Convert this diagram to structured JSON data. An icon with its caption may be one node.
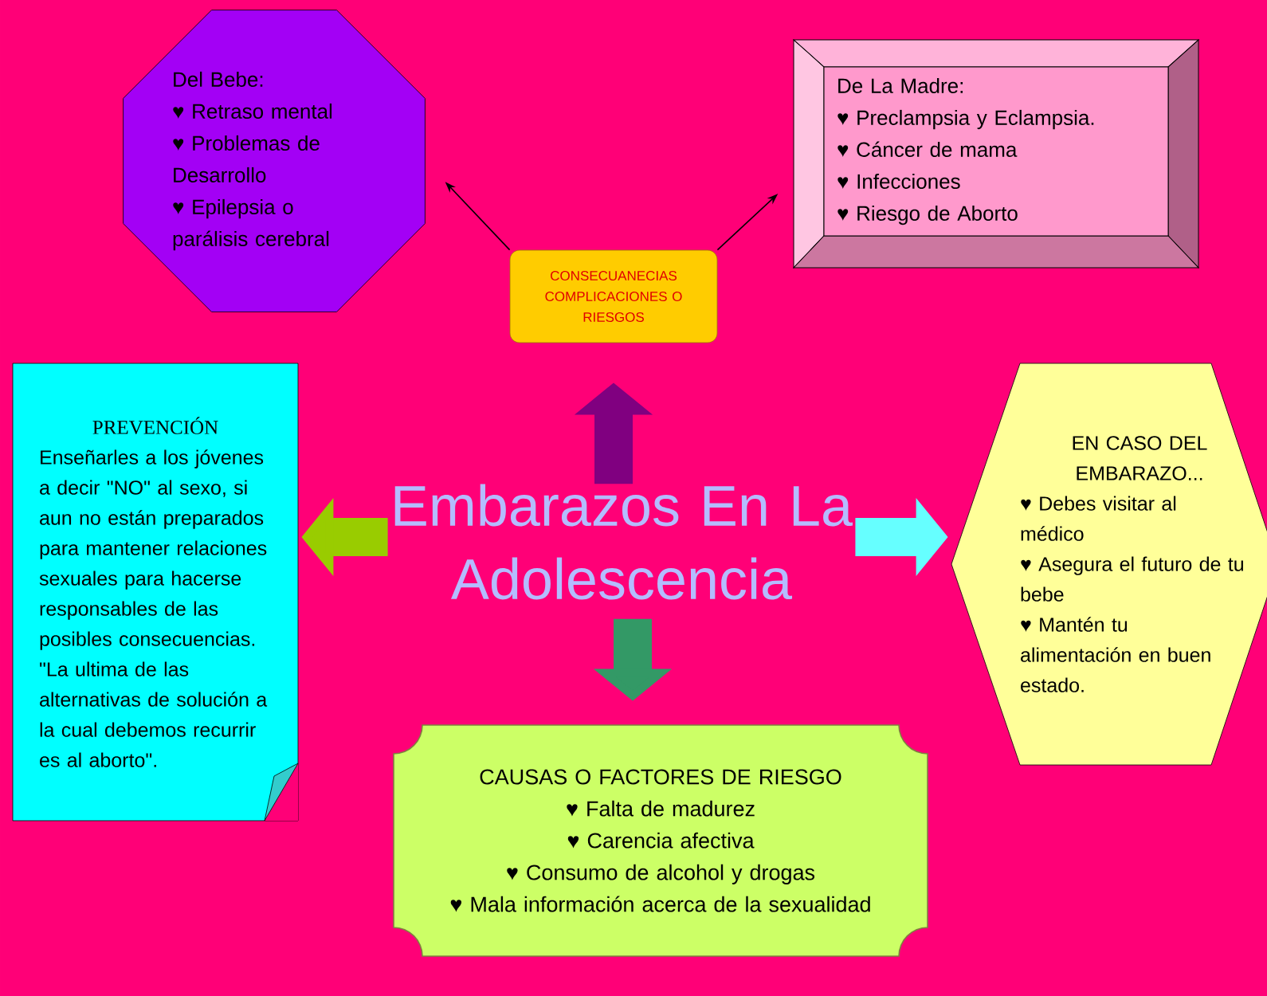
{
  "diagram": {
    "nodes": [
      {
        "text": [
          "Embarazos En La Adolescencia"
        ]
      },
      {
        "text": [
          "CONSECUANECIAS COMPLICACIONES O RIESGOS"
        ]
      },
      {
        "text": [
          "Del Bebe:",
          "♥ Retraso mental",
          "♥ Problemas de Desarrollo",
          "♥ Epilepsia o parálisis cerebral"
        ]
      },
      {
        "text": [
          "De La Madre:",
          "♥ Preclampsia y Eclampsia.",
          "♥ Cáncer de mama",
          "♥ Infecciones",
          "♥ Riesgo de Aborto"
        ]
      },
      {
        "text": [
          "PREVENCIÓN",
          "Enseñarles a los jóvenes a decir \"NO\" al sexo, si aun no están preparados para mantener relaciones sexuales para hacerse responsables de las posibles consecuencias.",
          "\"La ultima de las alternativas de solución a la cual debemos recurrir es al aborto\"."
        ]
      },
      {
        "text": [
          "EN CASO DEL EMBARAZO...",
          "♥ Debes visitar al médico",
          "♥ Asegura el futuro de tu bebe",
          "♥ Mantén tu alimentación en buen estado."
        ]
      },
      {
        "text": [
          "CAUSAS O FACTORES DE RIESGO",
          "♥ Falta de madurez",
          "♥ Carencia afectiva",
          "♥ Consumo de alcohol y drogas",
          "♥ Mala información acerca de la sexualidad"
        ]
      }
    ],
    "edges": [
      {
        "from": 0,
        "to": 1,
        "arrow": "to",
        "color": "#800080"
      },
      {
        "from": 0,
        "to": 4,
        "arrow": "to",
        "color": "#99cc00"
      },
      {
        "from": 0,
        "to": 5,
        "arrow": "to",
        "color": "#66ffff"
      },
      {
        "from": 0,
        "to": 6,
        "arrow": "to",
        "color": "#339966"
      },
      {
        "from": 1,
        "to": 2,
        "arrow": "to"
      },
      {
        "from": 1,
        "to": 3,
        "arrow": "to"
      }
    ]
  }
}
